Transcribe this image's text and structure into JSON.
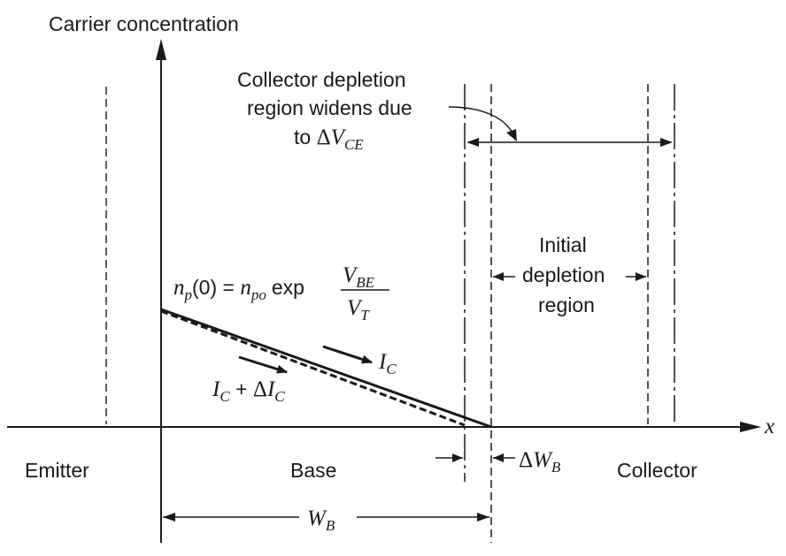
{
  "axis": {
    "y_label": "Carrier concentration",
    "x_label": "x"
  },
  "regions": {
    "emitter": "Emitter",
    "base": "Base",
    "collector": "Collector"
  },
  "annotations": {
    "collector_widen_line1": "Collector depletion",
    "collector_widen_line2": "region widens due",
    "collector_widen_line3_prefix": "to ",
    "collector_widen_delta": "Δ",
    "collector_widen_var": "V",
    "collector_widen_sub": "CE",
    "initial_line1": "Initial",
    "initial_line2": "depletion",
    "initial_line3": "region"
  },
  "equation": {
    "n": "n",
    "n_sub": "p",
    "arg_open": "(",
    "arg": "0",
    "arg_close": ")",
    "equals": " = ",
    "npo": "n",
    "npo_sub": "po",
    "exp": "exp",
    "num_var": "V",
    "num_sub": "BE",
    "den_var": "V",
    "den_sub": "T"
  },
  "currents": {
    "ic_var": "I",
    "ic_sub": "C",
    "ic2_var": "I",
    "ic2_sub": "C",
    "plus": " + ",
    "delta": "Δ",
    "dic_var": "I",
    "dic_sub": "C"
  },
  "widths": {
    "wb_var": "W",
    "wb_sub": "B",
    "dwb_delta": "Δ",
    "dwb_var": "W",
    "dwb_sub": "B"
  }
}
